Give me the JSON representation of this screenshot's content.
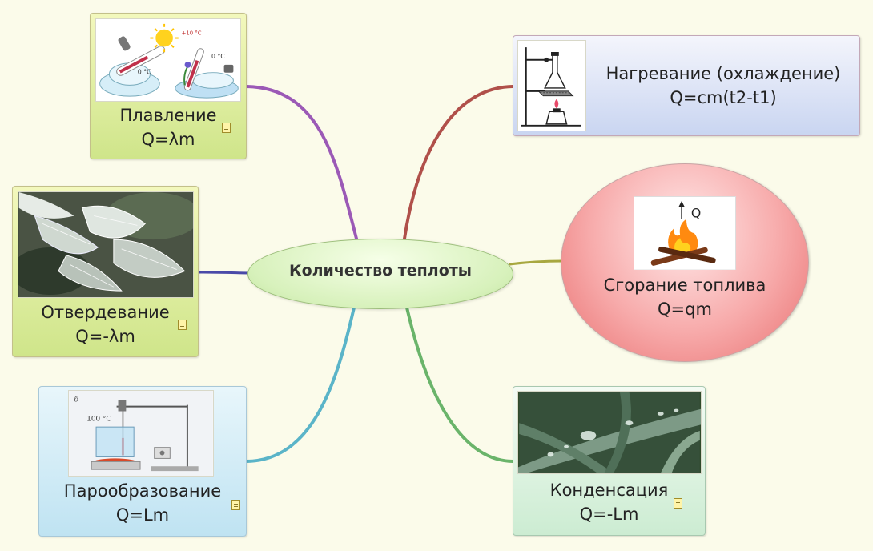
{
  "center": {
    "title": "Количество теплоты"
  },
  "nodes": {
    "melting": {
      "name": "Плавление",
      "formula": "Q=λm"
    },
    "solidification": {
      "name": "Отвердевание",
      "formula": "Q=-λm"
    },
    "vaporization": {
      "name": "Парообразование",
      "formula": "Q=Lm"
    },
    "heating": {
      "name": "Нагревание (охлаждение)",
      "formula": "Q=cm(t2-t1)"
    },
    "combustion": {
      "name": "Сгорание топлива",
      "formula": "Q=qm"
    },
    "condensation": {
      "name": "Конденсация",
      "formula": "Q=-Lm"
    }
  },
  "image_text": {
    "melting_zero_left": "0 °C",
    "melting_plus_ten": "+10 °C",
    "melting_zero_right": "0 °C",
    "vapor_hundred": "100 °C",
    "vapor_fig_letter": "б",
    "fire_q": "Q"
  },
  "colors": {
    "background": "#fbfbea",
    "branch_melting": "#9b59b6",
    "branch_solid": "#4a4aa8",
    "branch_vapor": "#5ab4c8",
    "branch_heating": "#b0504a",
    "branch_combustion": "#a8a840",
    "branch_condensation": "#6ab46a"
  }
}
